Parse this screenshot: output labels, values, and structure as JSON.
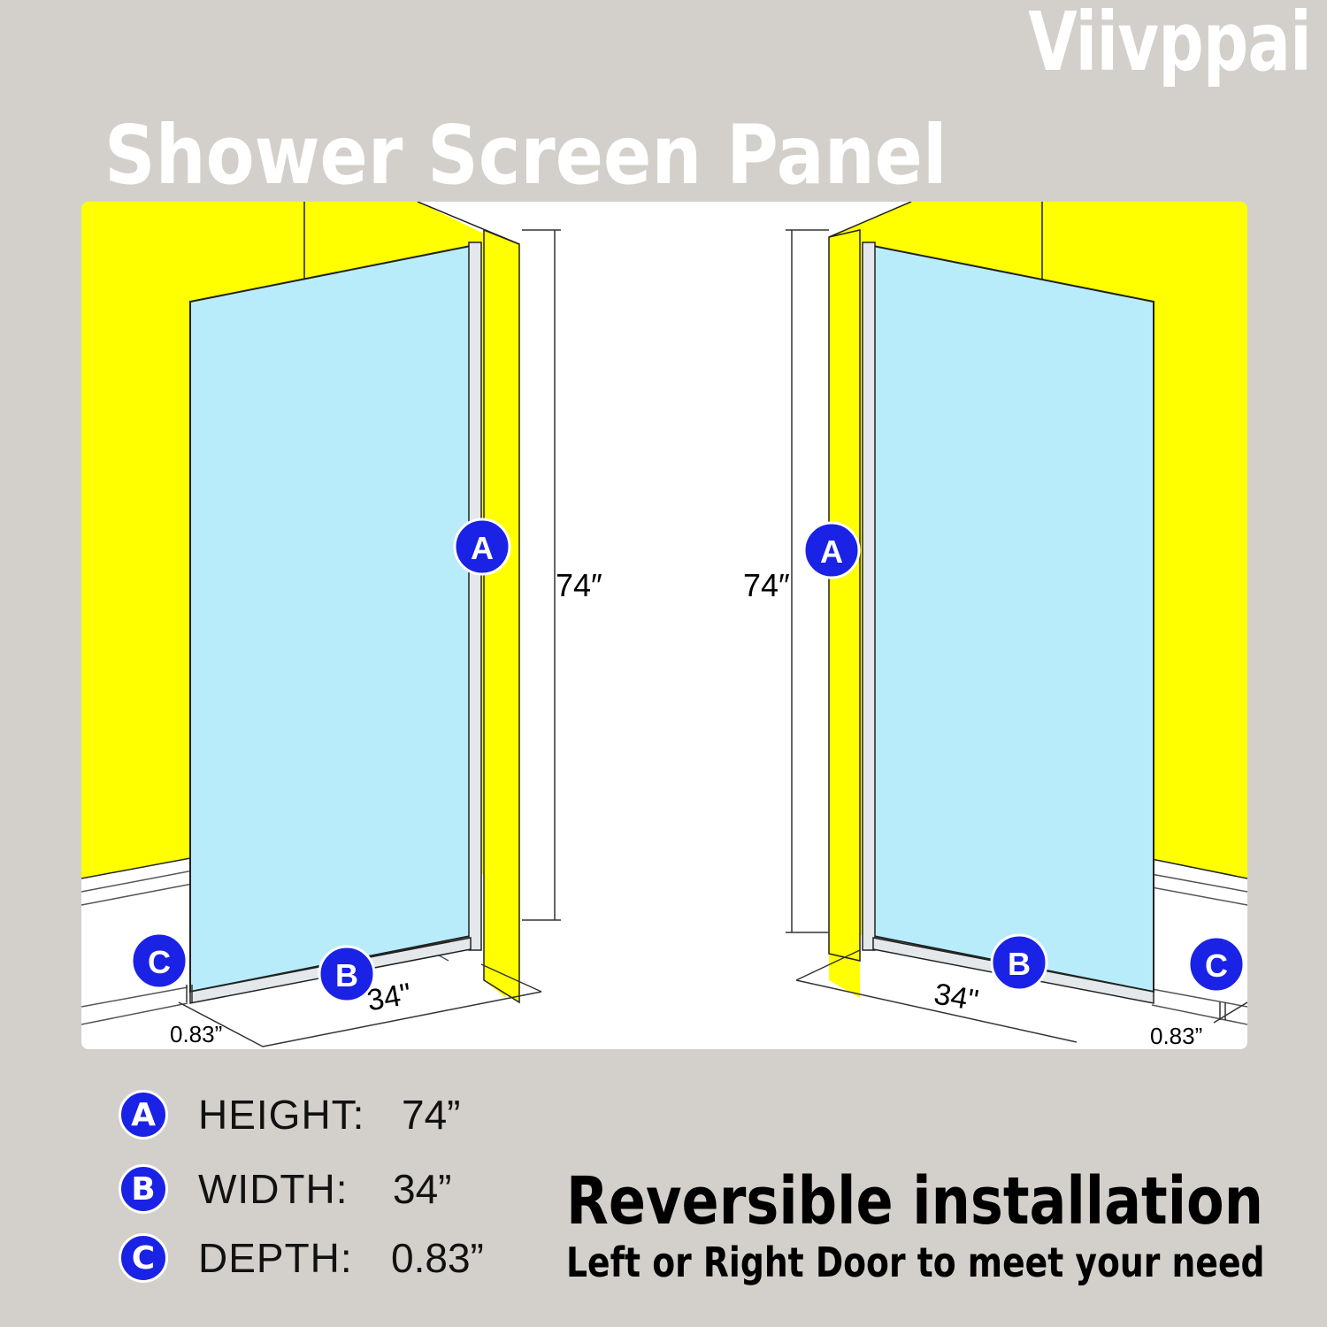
{
  "brand": "Viivppai",
  "title": "Shower Screen Panel",
  "diagram": {
    "left": {
      "height_dim": "74″",
      "width_dim": "34\"",
      "depth_dim": "0.83”",
      "badge_a": "A",
      "badge_b": "B",
      "badge_c": "C"
    },
    "right": {
      "height_dim": "74″",
      "width_dim": "34\"",
      "depth_dim": "0.83”",
      "badge_a": "A",
      "badge_b": "B",
      "badge_c": "C"
    }
  },
  "legend": [
    {
      "badge": "A",
      "label": "HEIGHT:",
      "value": "74”"
    },
    {
      "badge": "B",
      "label": "WIDTH:",
      "value": "34”"
    },
    {
      "badge": "C",
      "label": "DEPTH:",
      "value": "0.83”"
    }
  ],
  "tagline": "Reversible installation",
  "tagline_sub": "Left or Right Door to meet your need",
  "colors": {
    "background": "#d3d0cb",
    "wall": "#ffff00",
    "glass": "#b9ecfb",
    "badge": "#1a22e6"
  }
}
